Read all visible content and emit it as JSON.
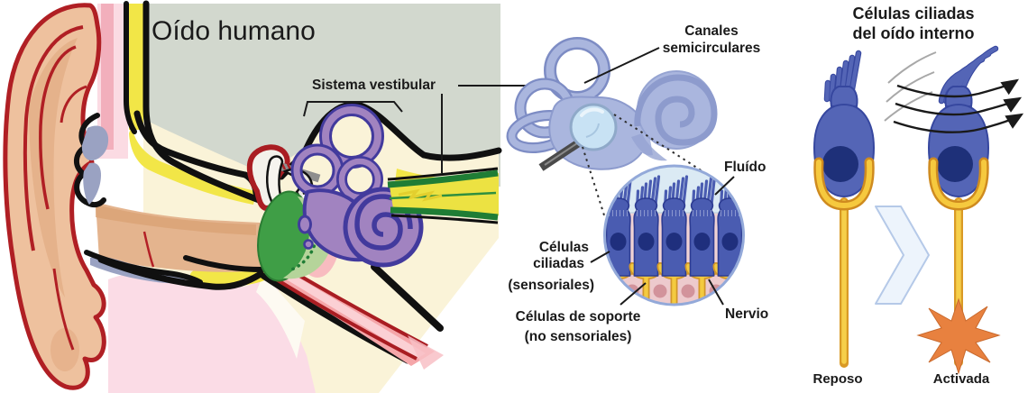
{
  "figure": {
    "panel_left": {
      "title": "Oído humano",
      "vestibular_label": "Sistema vestibular"
    },
    "panel_middle": {
      "canales_label_line1": "Canales",
      "canales_label_line2": "semicirculares",
      "fluido_label": "Fluído",
      "ciliadas_label_line1": "Células",
      "ciliadas_label_line2": "ciliadas",
      "ciliadas_label_line3": "(sensoriales)",
      "soporte_label_line1": "Células de soporte",
      "soporte_label_line2": "(no sensoriales)",
      "nervio_label": "Nervio"
    },
    "panel_right": {
      "title_line1": "Células ciliadas",
      "title_line2": "del oído interno",
      "reposo_label": "Reposo",
      "activada_label": "Activada"
    },
    "colors": {
      "panel_background": "#d2d8ce",
      "bone_yellow": "#f2e647",
      "bone_cream": "#faf3d8",
      "skin_peach": "#eec19e",
      "outline_red": "#b01f24",
      "eardrum_green": "#3f9e46",
      "labyrinth_purple": "#a183c0",
      "labyrinth_outline": "#423a9d",
      "inner_ear_periwinkle": "#aab6de",
      "fluid_blue": "#dbeaf4",
      "hair_cell_blue": "#4a5cb1",
      "nucleus_navy": "#1e3079",
      "nerve_yellow": "#f3ca40",
      "support_cell_pink": "#f0d2d4",
      "activation_orange": "#e8813f"
    }
  }
}
